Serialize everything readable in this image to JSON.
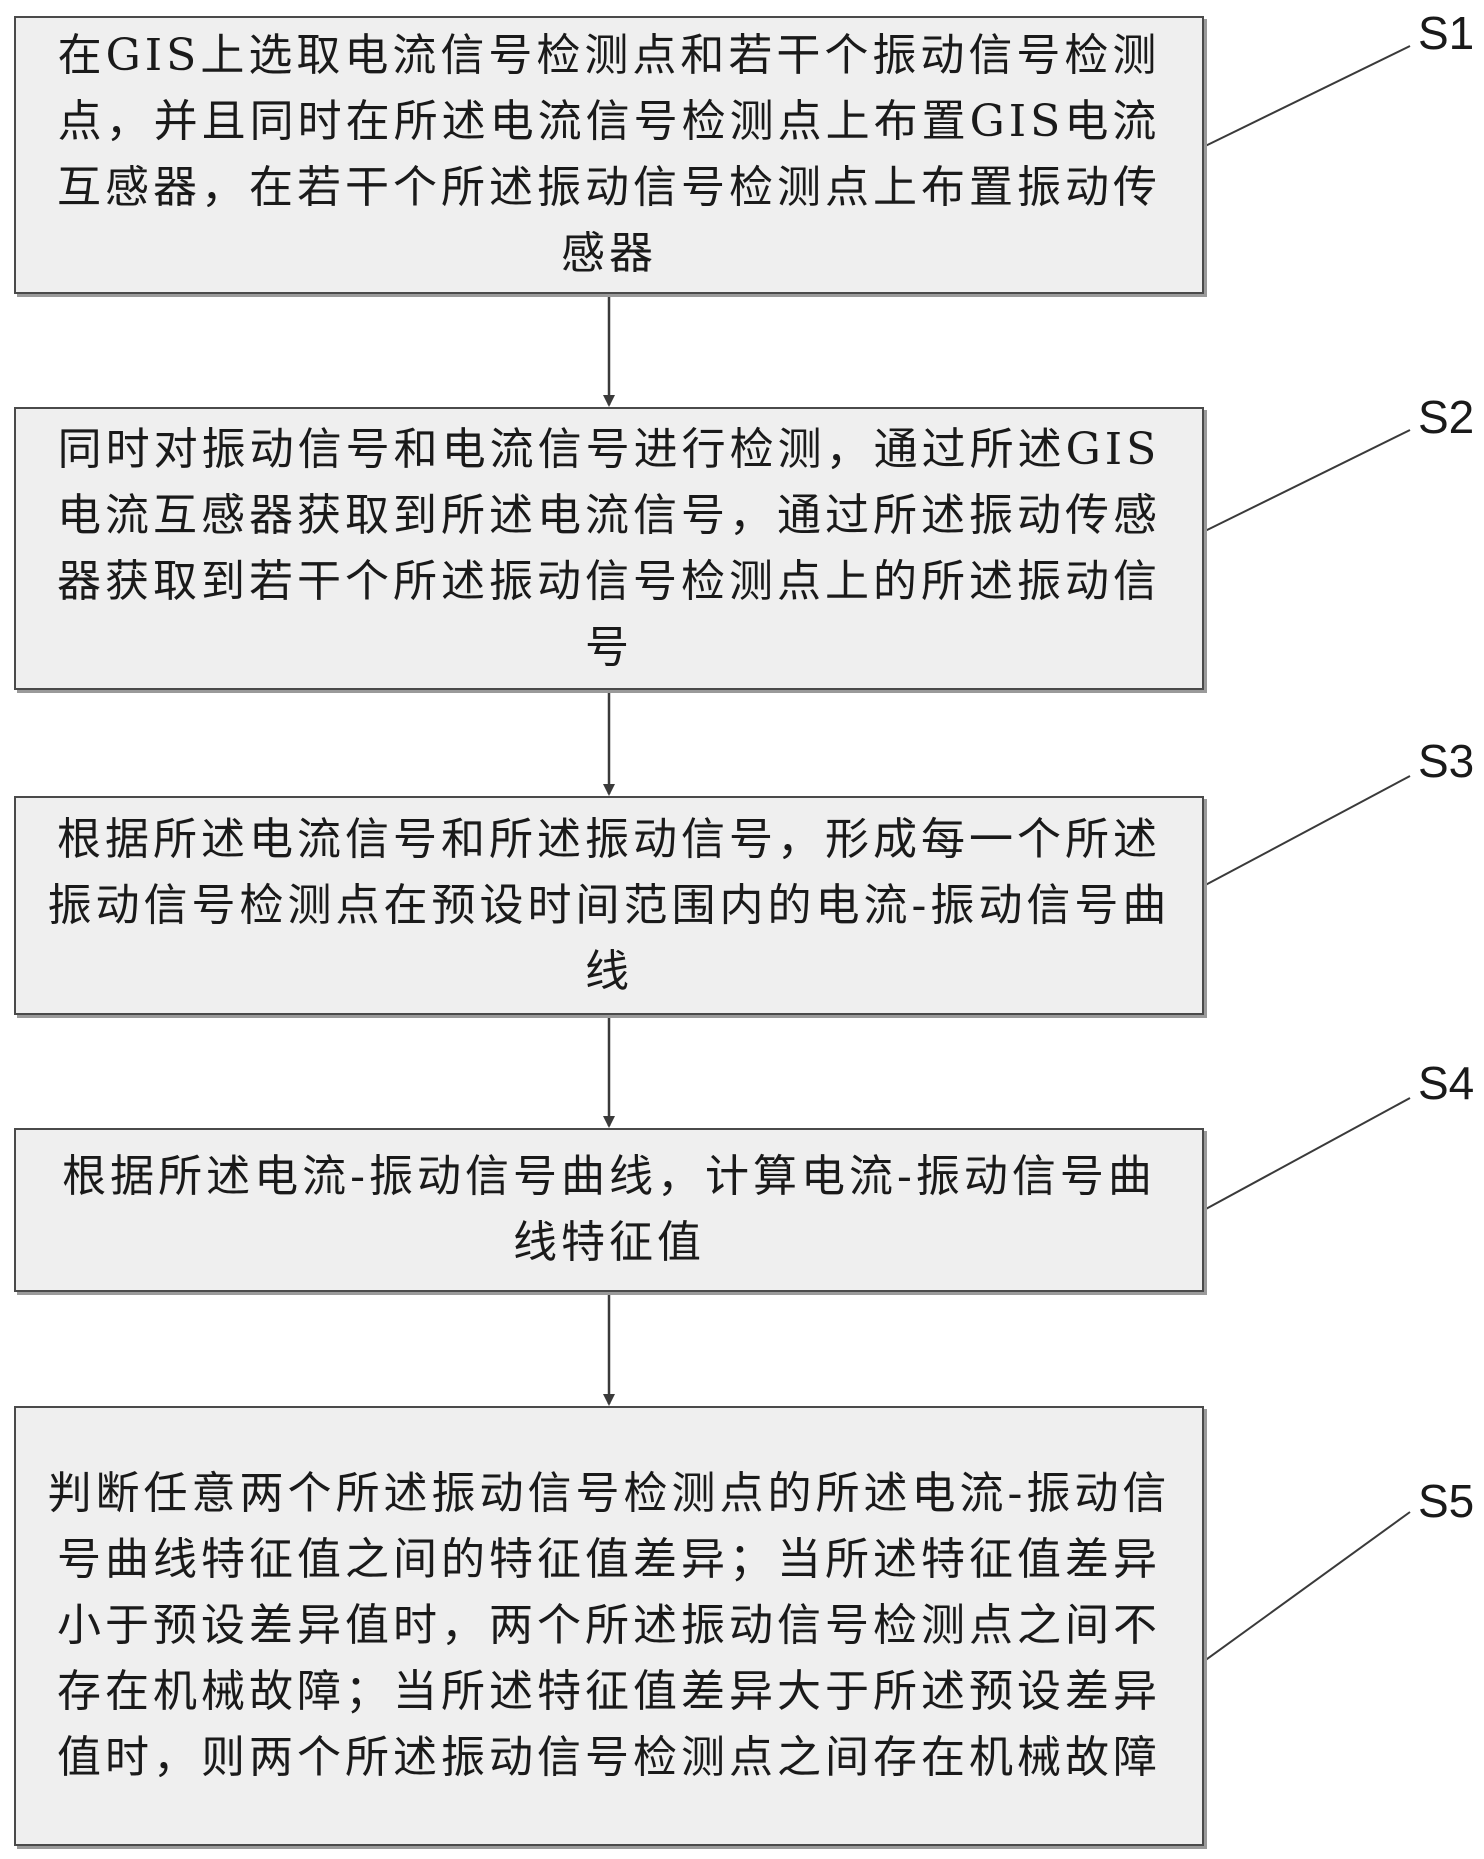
{
  "flowchart": {
    "steps": [
      {
        "label": "S1",
        "text": "在GIS上选取电流信号检测点和若干个振动信号检测点，并且同时在所述电流信号检测点上布置GIS电流互感器，在若干个所述振动信号检测点上布置振动传感器"
      },
      {
        "label": "S2",
        "text": "同时对振动信号和电流信号进行检测，通过所述GIS电流互感器获取到所述电流信号，通过所述振动传感器获取到若干个所述振动信号检测点上的所述振动信号"
      },
      {
        "label": "S3",
        "text": "根据所述电流信号和所述振动信号，形成每一个所述振动信号检测点在预设时间范围内的电流-振动信号曲线"
      },
      {
        "label": "S4",
        "text": "根据所述电流-振动信号曲线，计算电流-振动信号曲线特征值"
      },
      {
        "label": "S5",
        "text": "判断任意两个所述振动信号检测点的所述电流-振动信号曲线特征值之间的特征值差异；当所述特征值差异小于预设差异值时，两个所述振动信号检测点之间不存在机械故障；当所述特征值差异大于所述预设差异值时，则两个所述振动信号检测点之间存在机械故障"
      }
    ],
    "colors": {
      "box_fill": "#efefef",
      "border": "#4a4a4a",
      "line": "#3a3a3a"
    }
  }
}
